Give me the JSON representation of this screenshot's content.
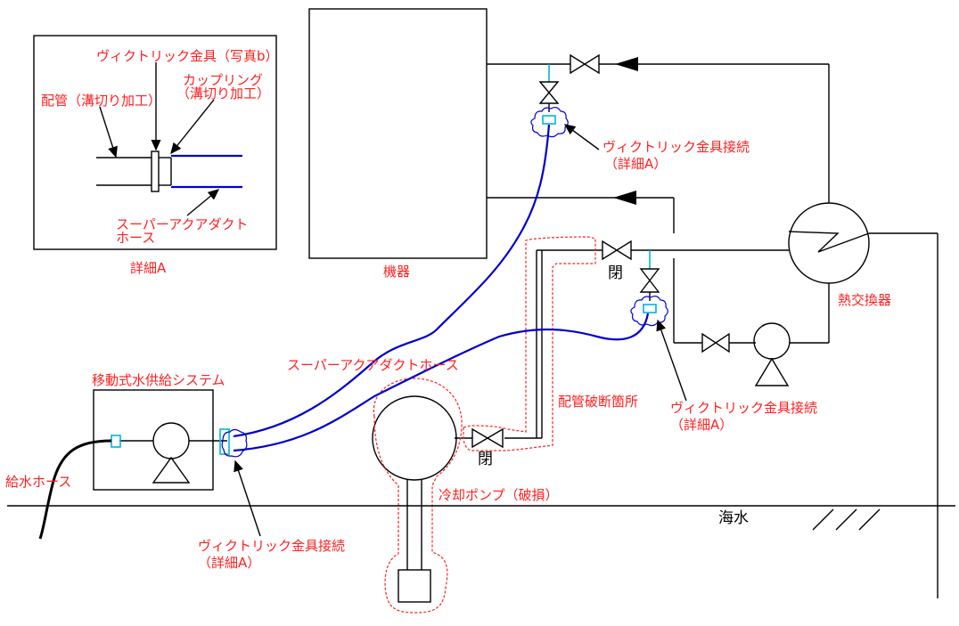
{
  "labels": {
    "victaulic_photo": "ヴィクトリック金具（写真b）",
    "coupling": "カップリング",
    "coupling_sub": "（溝切り加工）",
    "pipe_grooved": "配管（溝切り加工）",
    "aquaduct_hose_line1": "スーパーアクアダクト",
    "aquaduct_hose_line2": "ホース",
    "detail_a": "詳細A",
    "equipment": "機器",
    "victaulic_conn_top_line1": "ヴィクトリック金具接続",
    "victaulic_conn_top_line2": "（詳細A）",
    "heat_exchanger": "熱交換器",
    "closed_upper": "閉",
    "closed_lower": "閉",
    "super_aquaduct_hose": "スーパーアクアダクトホース",
    "pipe_break": "配管破断箇所",
    "victaulic_conn_mid_line1": "ヴィクトリック金具接続",
    "victaulic_conn_mid_line2": "（詳細A）",
    "mobile_system": "移動式水供給システム",
    "feed_hose": "給水ホース",
    "cooling_pump": "冷却ポンプ（破損）",
    "seawater": "海水",
    "victaulic_conn_bot_line1": "ヴィクトリック金具接続",
    "victaulic_conn_bot_line2": "（詳細A）"
  },
  "colors": {
    "label_red": "#ff2020",
    "hose_blue": "#0000cc",
    "fitting_cyan": "#00b7d4",
    "line_black": "#000000"
  }
}
